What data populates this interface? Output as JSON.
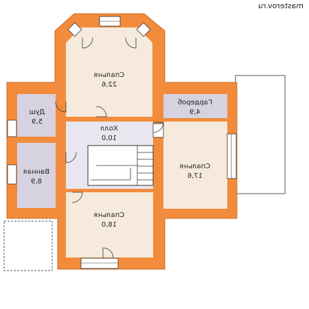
{
  "watermark": "masterov.ru",
  "rooms": [
    {
      "id": "bedroom-top",
      "name": "Спальня",
      "area": "22,6"
    },
    {
      "id": "wardrobe",
      "name": "Гардероб",
      "area": "4,9"
    },
    {
      "id": "shower",
      "name": "Душ",
      "area": "5,9"
    },
    {
      "id": "hall",
      "name": "Холл",
      "area": "10,0"
    },
    {
      "id": "bedroom-right",
      "name": "Спальня",
      "area": "17,6"
    },
    {
      "id": "bathroom",
      "name": "Ванная",
      "area": "8,9"
    },
    {
      "id": "bedroom-bottom",
      "name": "Спальня",
      "area": "18,0"
    }
  ],
  "colors": {
    "wall": "#f28c3c",
    "room_beige": "#f5eadb",
    "room_lilac": "#d6d2e0",
    "hall": "#e8e6ee",
    "outline": "#333333"
  }
}
